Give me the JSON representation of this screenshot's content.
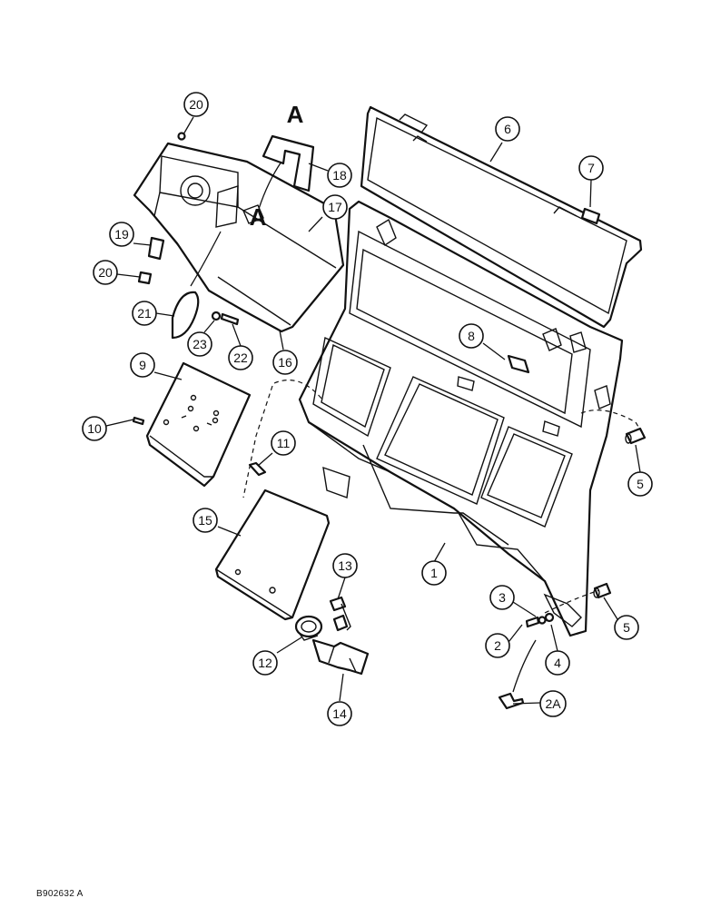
{
  "figure_code": "B902632 A",
  "view_letters": [
    "A",
    "A"
  ],
  "callouts": [
    "1",
    "2",
    "2A",
    "3",
    "4",
    "5",
    "5",
    "6",
    "7",
    "8",
    "9",
    "10",
    "11",
    "12",
    "13",
    "14",
    "15",
    "16",
    "17",
    "18",
    "19",
    "20",
    "20",
    "21",
    "22",
    "23"
  ],
  "colors": {
    "line": "#111111",
    "background": "#ffffff"
  }
}
